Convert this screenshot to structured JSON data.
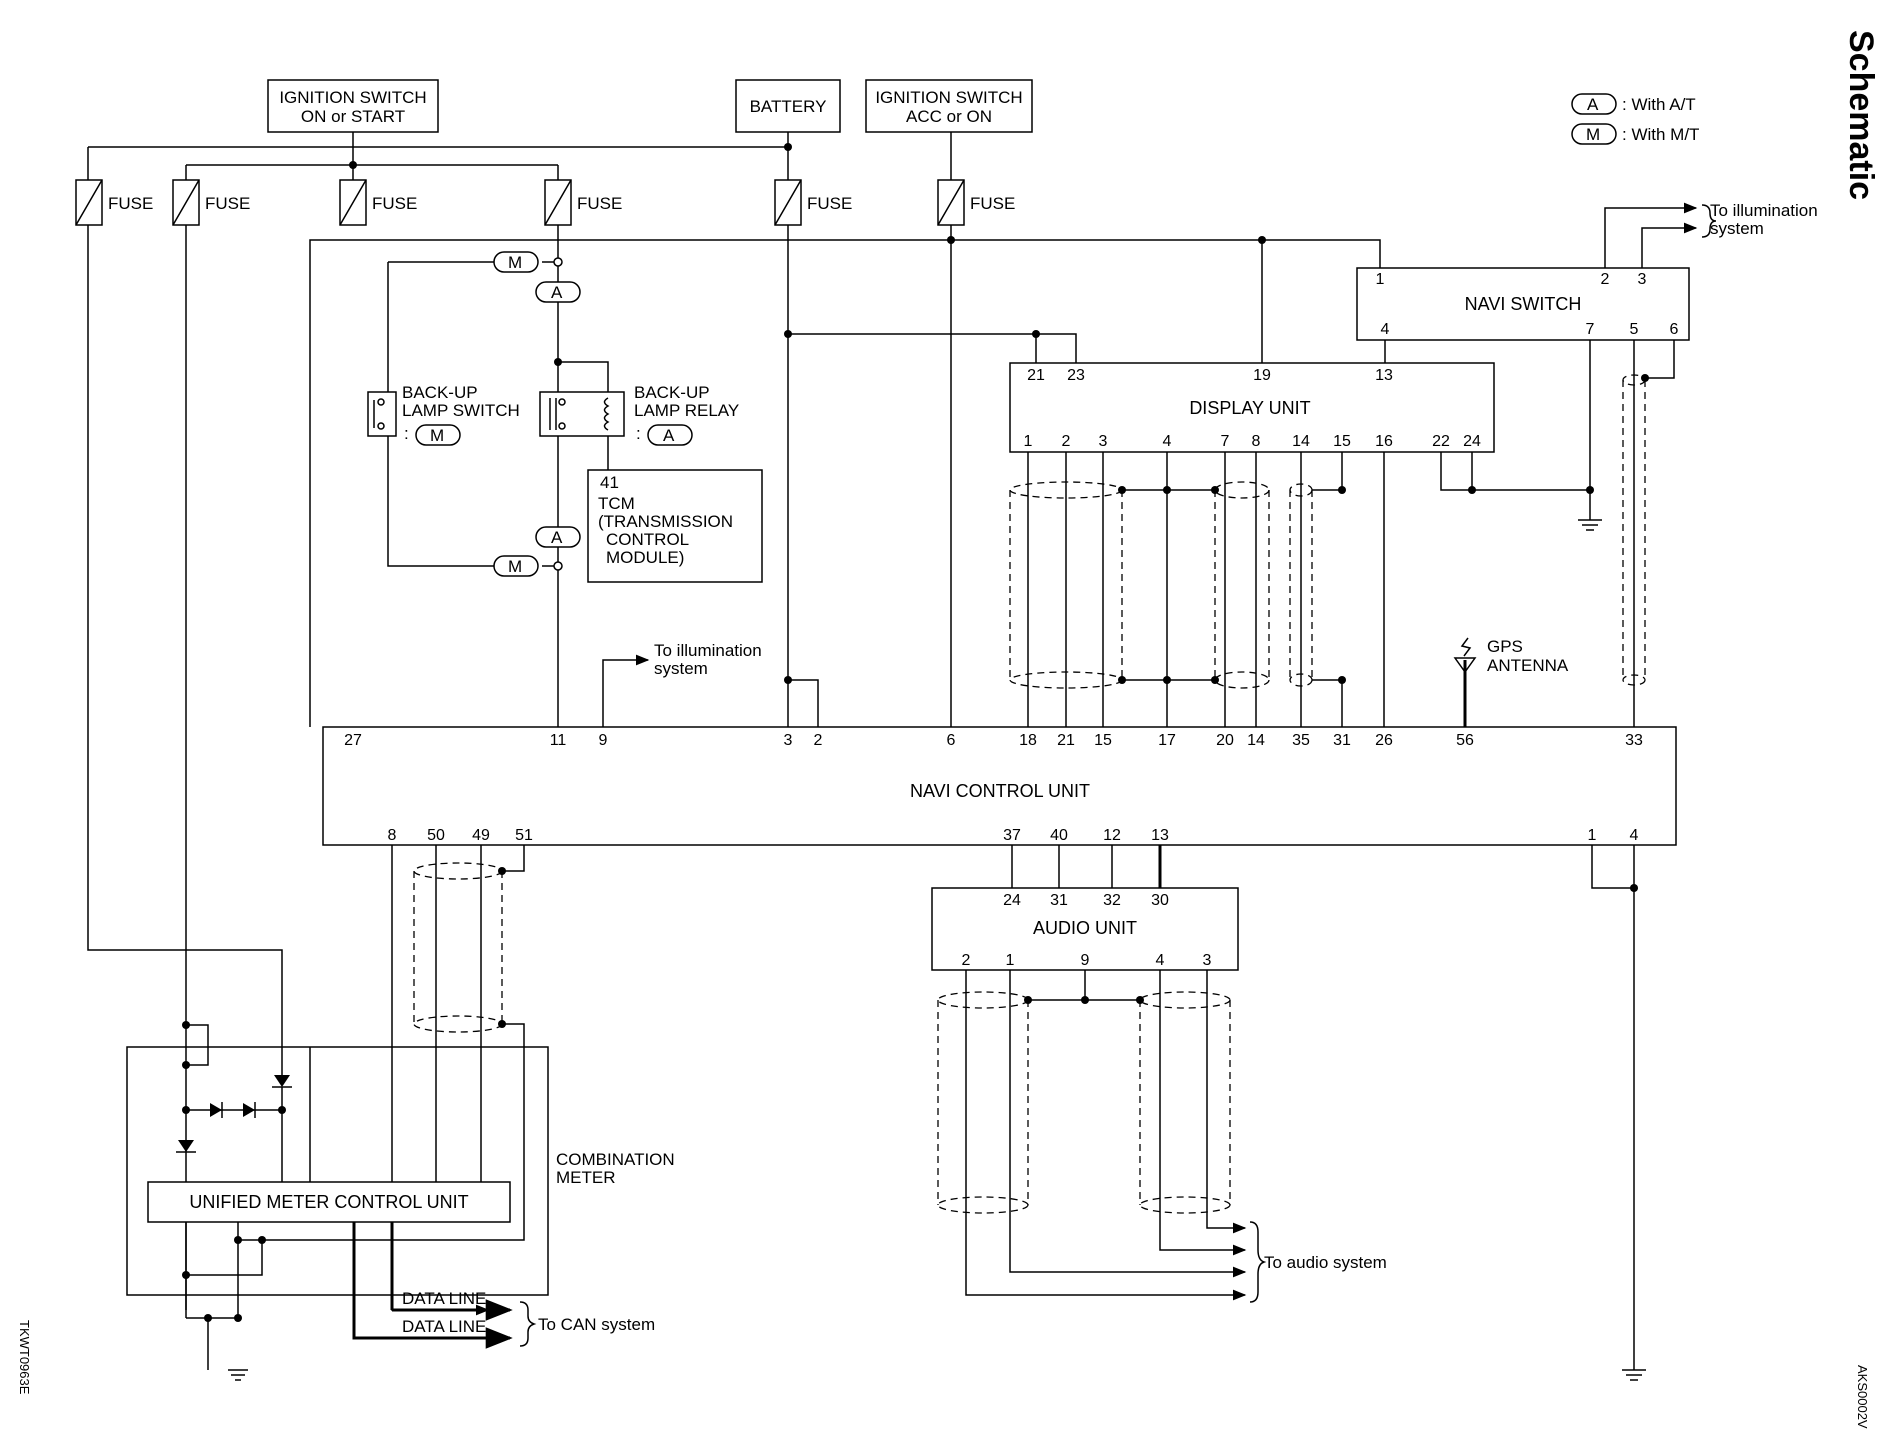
{
  "page": {
    "section_title": "Schematic",
    "figure_code_left": "TKWT0963E",
    "figure_code_right": "AKS0002V"
  },
  "legend": {
    "a_symbol": "A",
    "a_text": ": With A/T",
    "m_symbol": "M",
    "m_text": ": With M/T"
  },
  "power": {
    "ign_on_start": [
      "IGNITION SWITCH",
      "ON or START"
    ],
    "battery": "BATTERY",
    "ign_acc_on": [
      "IGNITION SWITCH",
      "ACC or ON"
    ],
    "fuse_label": "FUSE"
  },
  "components": {
    "navi_switch": "NAVI SWITCH",
    "display_unit": "DISPLAY UNIT",
    "navi_control_unit": "NAVI CONTROL UNIT",
    "audio_unit": "AUDIO UNIT",
    "combination_meter": [
      "COMBINATION",
      "METER"
    ],
    "unified_meter": "UNIFIED METER CONTROL UNIT",
    "backup_switch": [
      "BACK-UP",
      "LAMP SWITCH"
    ],
    "backup_relay": [
      "BACK-UP",
      "LAMP RELAY"
    ],
    "tcm_pin": "41",
    "tcm": [
      "TCM",
      "(TRANSMISSION",
      "CONTROL",
      "MODULE)"
    ],
    "gps_antenna": [
      "GPS",
      "ANTENNA"
    ]
  },
  "labels": {
    "to_illum": [
      "To illumination",
      "system"
    ],
    "to_audio": "To audio system",
    "to_can": "To CAN system",
    "data_line": "DATA LINE"
  },
  "pins": {
    "navi_switch_top": [
      "1",
      "2",
      "3"
    ],
    "navi_switch_bottom": [
      "4",
      "7",
      "5",
      "6"
    ],
    "display_top": [
      "21",
      "23",
      "19",
      "13"
    ],
    "display_bottom": [
      "1",
      "2",
      "3",
      "4",
      "7",
      "8",
      "14",
      "15",
      "16",
      "22",
      "24"
    ],
    "navi_top": [
      "27",
      "11",
      "9",
      "3",
      "2",
      "6",
      "18",
      "21",
      "15",
      "17",
      "20",
      "14",
      "35",
      "31",
      "26",
      "56",
      "33"
    ],
    "navi_bottom": [
      "8",
      "50",
      "49",
      "51",
      "37",
      "40",
      "12",
      "13",
      "1",
      "4"
    ],
    "audio_top": [
      "24",
      "31",
      "32",
      "30"
    ],
    "audio_bottom": [
      "2",
      "1",
      "9",
      "4",
      "3"
    ]
  }
}
